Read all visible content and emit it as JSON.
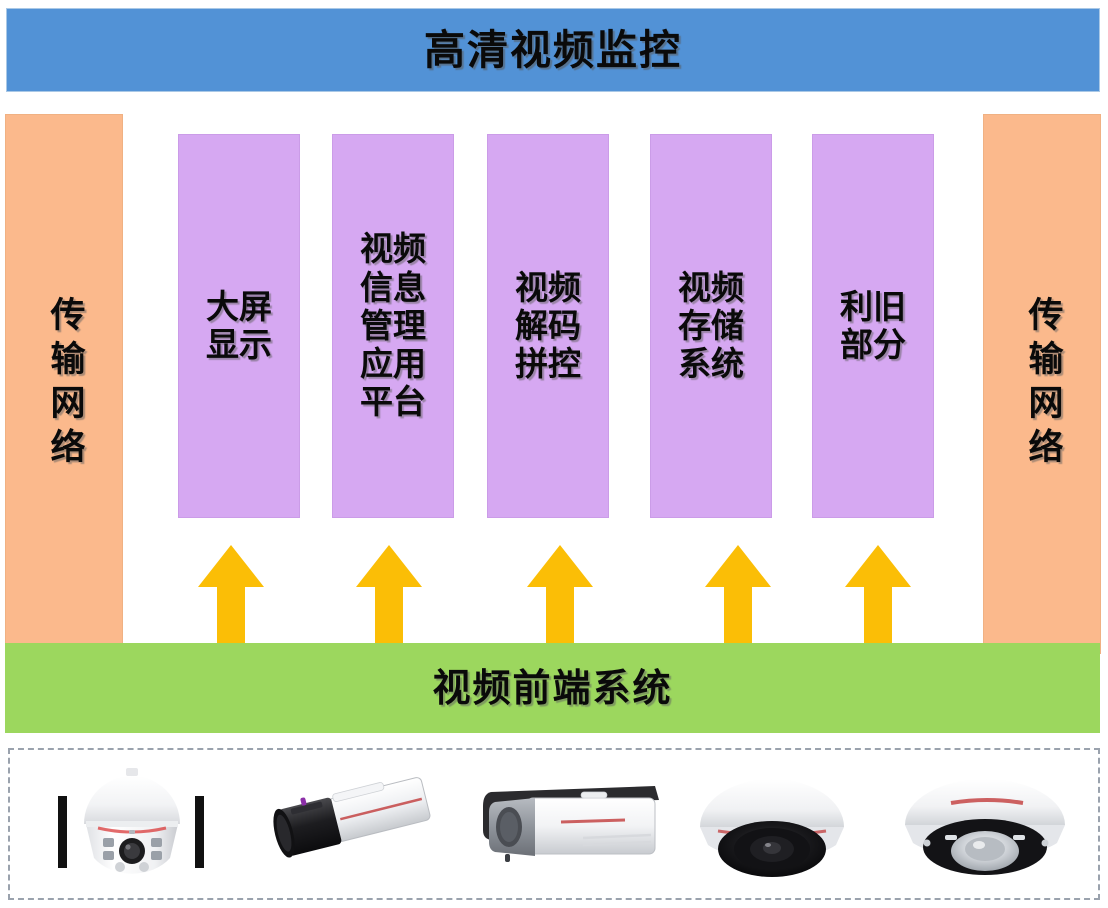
{
  "header": {
    "title": "高清视频监控"
  },
  "transport": {
    "left_label": "传输网络",
    "right_label": "传输网络"
  },
  "platforms": [
    {
      "id": "large-screen-display",
      "label": "大屏\n显示"
    },
    {
      "id": "video-info-management-platform",
      "label": "视频\n信息\n管理\n应用\n平台"
    },
    {
      "id": "video-decode-splice-control",
      "label": "视频\n解码\n拼控"
    },
    {
      "id": "video-storage-system",
      "label": "视频\n存储\n系统"
    },
    {
      "id": "legacy-reuse-part",
      "label": "利旧\n部分"
    }
  ],
  "arrows": [
    {
      "id": "arrow-to-large-screen-display"
    },
    {
      "id": "arrow-to-video-info-management-platform"
    },
    {
      "id": "arrow-to-video-decode-splice-control"
    },
    {
      "id": "arrow-to-video-storage-system"
    },
    {
      "id": "arrow-to-legacy-reuse-part"
    }
  ],
  "frontend": {
    "title": "视频前端系统"
  },
  "cameras": [
    {
      "id": "ptz-dome-camera",
      "icon": "ptz-dome-camera-icon"
    },
    {
      "id": "box-camera",
      "icon": "box-camera-icon"
    },
    {
      "id": "bullet-camera",
      "icon": "bullet-camera-icon"
    },
    {
      "id": "vandal-dome-camera",
      "icon": "vandal-dome-camera-icon"
    },
    {
      "id": "fisheye-dome-camera",
      "icon": "fisheye-dome-camera-icon"
    }
  ],
  "colors": {
    "header_blue": "#5292D6",
    "transport_orange": "#FBB98C",
    "platform_purple": "#D6A8F2",
    "arrow_yellow": "#FBBE06",
    "frontend_green": "#9CD75E",
    "text_black": "#0A0A0A",
    "tray_border_gray": "#9AA2AD"
  }
}
